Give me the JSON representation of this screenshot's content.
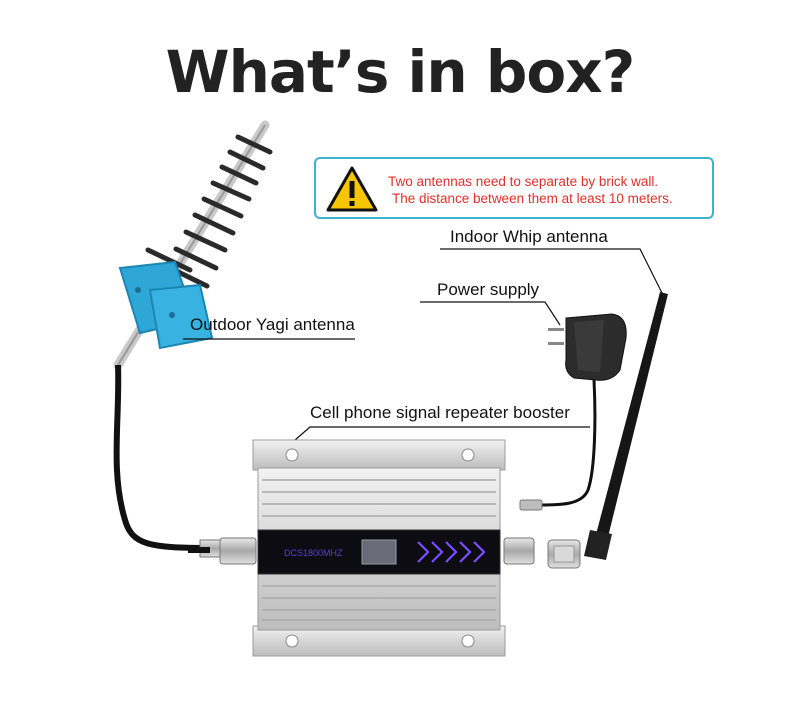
{
  "title": "What’s in box?",
  "warning": {
    "line1": "Two antennas need to separate by brick wall.",
    "line2": "The distance between them at least 10 meters."
  },
  "labels": {
    "indoor_antenna": "Indoor Whip antenna",
    "power_supply": "Power supply",
    "outdoor_antenna": "Outdoor Yagi antenna",
    "booster": "Cell phone signal repeater booster"
  },
  "booster_display": "DCS1800MHZ",
  "icons": [
    "warning-icon",
    "yagi-antenna-icon",
    "power-adapter-icon",
    "whip-antenna-icon",
    "booster-device-icon"
  ],
  "colors": {
    "warning_text": "#e0302a",
    "warning_border": "#3fb0d0",
    "warning_icon": "#f7c500",
    "mount_bracket": "#2ea7d6",
    "display_arrows": "#7a4dff"
  }
}
